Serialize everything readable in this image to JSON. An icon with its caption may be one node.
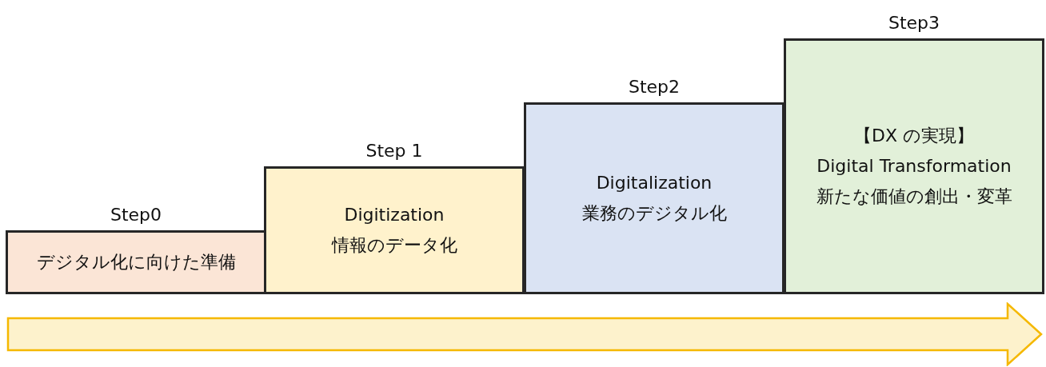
{
  "diagram": {
    "nodes": [
      {
        "text": [
          "Step0",
          "デジタル化に向けた準備"
        ]
      },
      {
        "text": [
          "Step 1",
          "Digitization",
          "情報のデータ化"
        ]
      },
      {
        "text": [
          "Step2",
          "Digitalization",
          "業務のデジタル化"
        ]
      },
      {
        "text": [
          "Step3",
          "【DX の実現】",
          "Digital Transformation",
          "新たな価値の創出・変革"
        ]
      }
    ],
    "edges": []
  }
}
